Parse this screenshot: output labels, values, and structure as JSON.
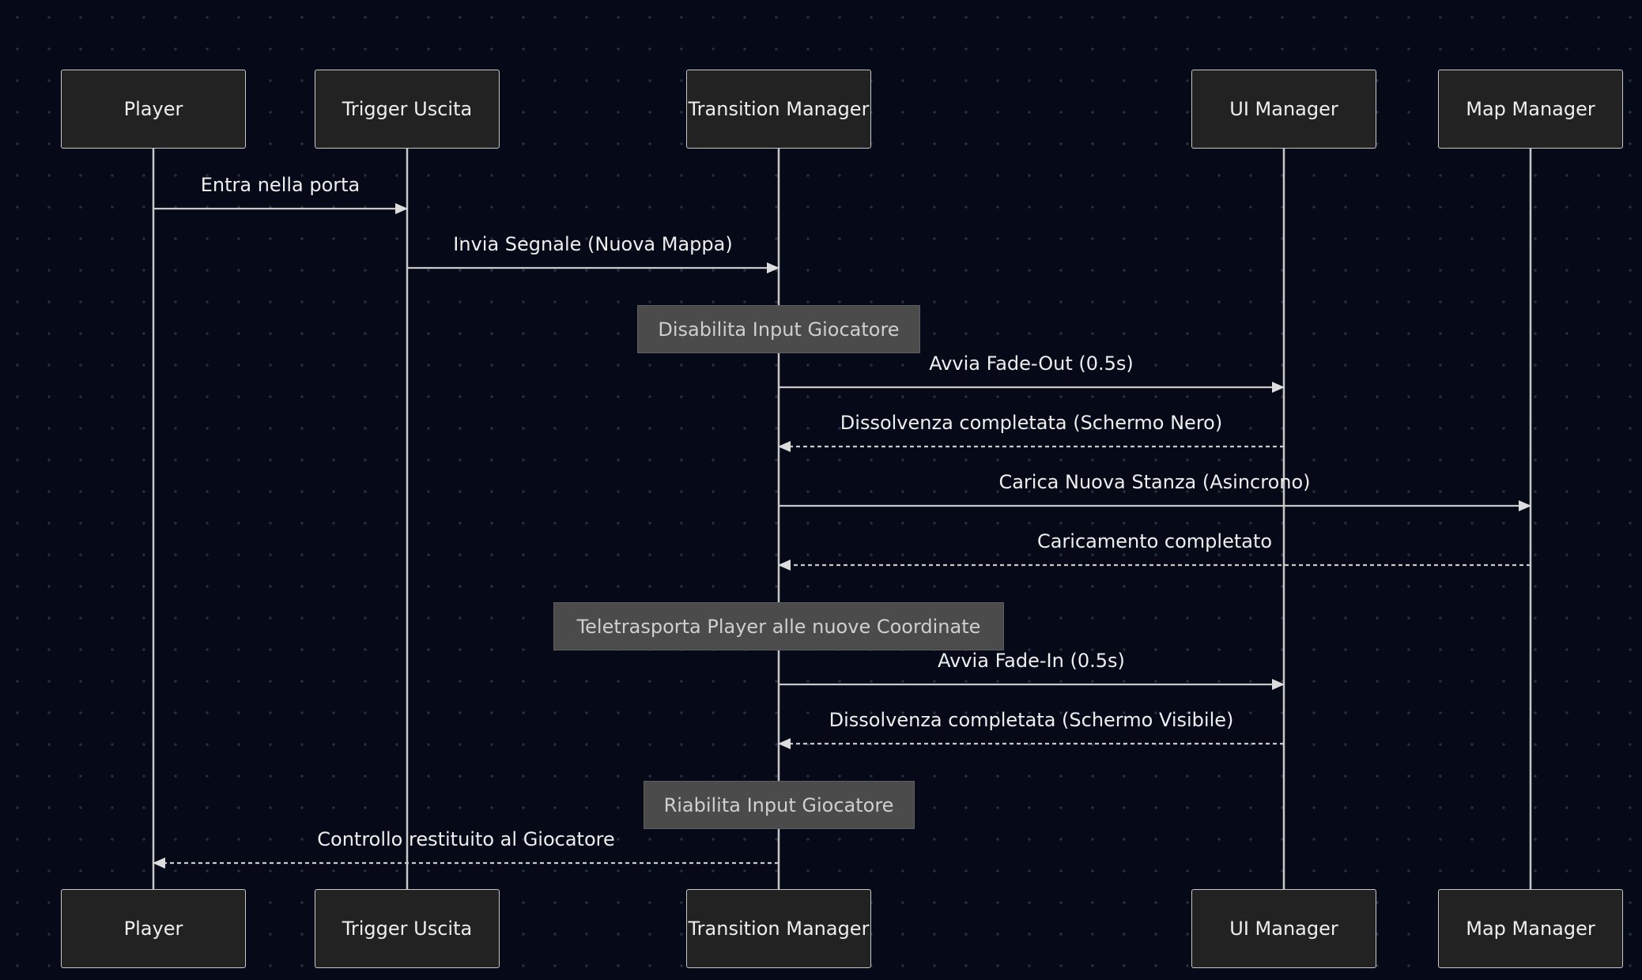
{
  "actors": [
    {
      "id": "player",
      "label": "Player"
    },
    {
      "id": "trigger",
      "label": "Trigger Uscita"
    },
    {
      "id": "transition",
      "label": "Transition Manager"
    },
    {
      "id": "ui",
      "label": "UI Manager"
    },
    {
      "id": "map",
      "label": "Map Manager"
    }
  ],
  "steps": [
    {
      "kind": "message",
      "from": "player",
      "to": "trigger",
      "style": "solid",
      "label": "Entra nella porta"
    },
    {
      "kind": "message",
      "from": "trigger",
      "to": "transition",
      "style": "solid",
      "label": "Invia Segnale (Nuova Mappa)"
    },
    {
      "kind": "note",
      "over": "transition",
      "label": "Disabilita Input Giocatore"
    },
    {
      "kind": "message",
      "from": "transition",
      "to": "ui",
      "style": "solid",
      "label": "Avvia Fade-Out (0.5s)"
    },
    {
      "kind": "message",
      "from": "ui",
      "to": "transition",
      "style": "dashed",
      "label": "Dissolvenza completata (Schermo Nero)"
    },
    {
      "kind": "message",
      "from": "transition",
      "to": "map",
      "style": "solid",
      "label": "Carica Nuova Stanza (Asincrono)"
    },
    {
      "kind": "message",
      "from": "map",
      "to": "transition",
      "style": "dashed",
      "label": "Caricamento completato"
    },
    {
      "kind": "note",
      "over": "transition",
      "label": "Teletrasporta Player alle nuove Coordinate"
    },
    {
      "kind": "message",
      "from": "transition",
      "to": "ui",
      "style": "solid",
      "label": "Avvia Fade-In (0.5s)"
    },
    {
      "kind": "message",
      "from": "ui",
      "to": "transition",
      "style": "dashed",
      "label": "Dissolvenza completata (Schermo Visibile)"
    },
    {
      "kind": "note",
      "over": "transition",
      "label": "Riabilita Input Giocatore"
    },
    {
      "kind": "message",
      "from": "transition",
      "to": "player",
      "style": "dashed",
      "label": "Controllo restituito al Giocatore"
    }
  ],
  "colors": {
    "background": "#060a18",
    "grid_dot": "#2a3042",
    "line": "#c8c8c8",
    "actor_fill": "#222222",
    "note_fill": "#4b4b4b",
    "text": "#eeeeee",
    "note_text": "#cfcfcf"
  }
}
